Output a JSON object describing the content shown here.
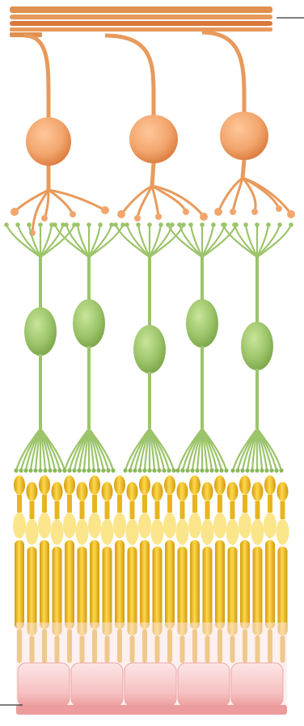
{
  "diagram": {
    "type": "retinal-layers",
    "layers": [
      {
        "name": "nerve-fiber-layer",
        "color": "#e0904e"
      },
      {
        "name": "ganglion-cells",
        "color": "#f2a66d",
        "count": 3
      },
      {
        "name": "bipolar-cells",
        "color": "#9cc46a",
        "count": 5
      },
      {
        "name": "photoreceptors",
        "color": "#f0c02a"
      },
      {
        "name": "pigment-epithelium",
        "color": "#f2b3b3",
        "count": 5
      }
    ],
    "pointer_lines": [
      {
        "name": "top-pointer",
        "target": "nerve-fiber-layer"
      },
      {
        "name": "bottom-pointer",
        "target": "pigment-epithelium"
      }
    ],
    "accent_colors": {
      "ganglion_dark": "#d9783a",
      "bipolar_dark": "#7aa446",
      "rod_dark": "#d19a10",
      "epithelium_dark": "#e88a8a",
      "pointer": "#333333"
    }
  }
}
